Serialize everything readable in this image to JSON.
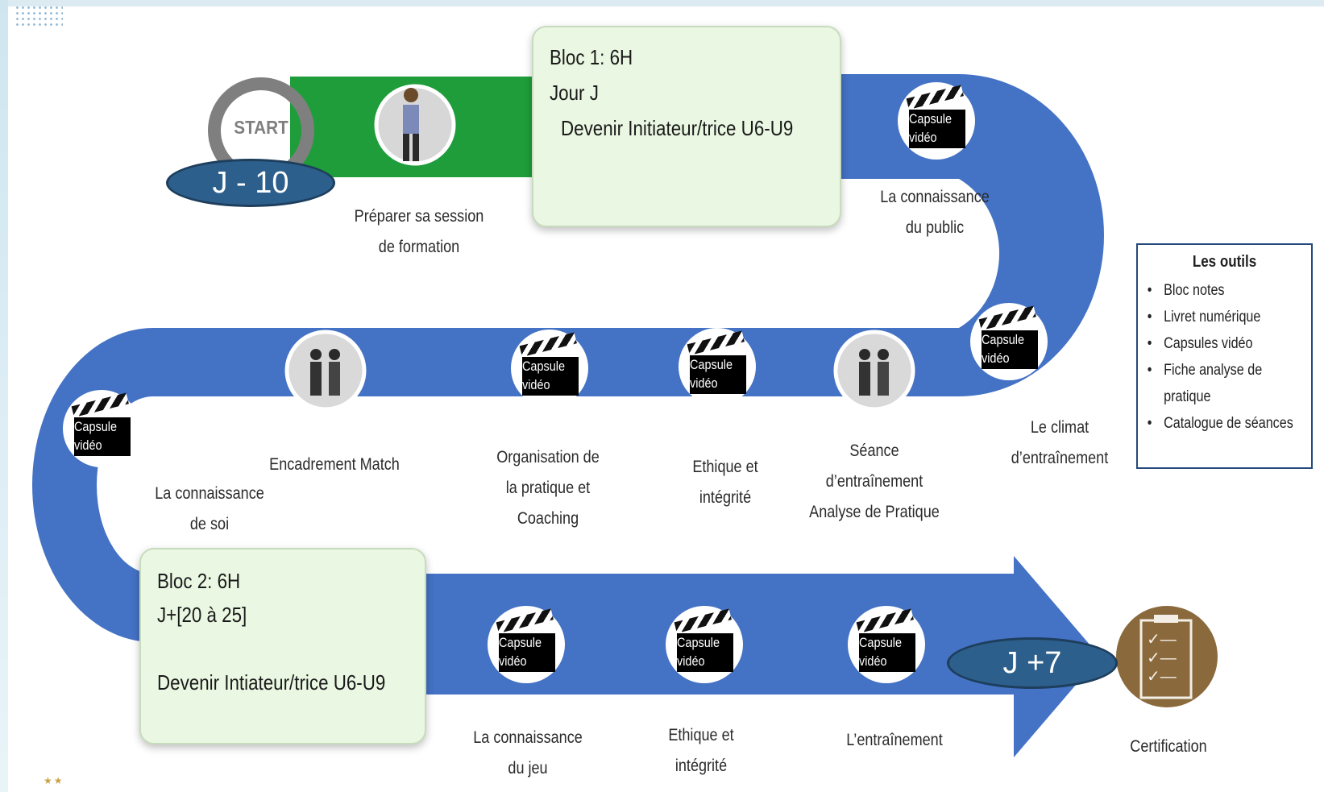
{
  "start_label": "START",
  "j_minus": "J - 10",
  "j_plus": "J +7",
  "capsule": {
    "line1": "Capsule",
    "line2": "vidéo"
  },
  "bloc1": {
    "line1": "Bloc 1: 6H",
    "line2": "Jour J",
    "line3": "Devenir Initiateur/trice U6-U9"
  },
  "bloc2": {
    "line1": "Bloc 2: 6H",
    "line2": "J+[20 à 25]",
    "line3": "Devenir Intiateur/trice U6-U9"
  },
  "labels": {
    "prep_1": "Préparer sa session",
    "prep_2": "de formation",
    "public_1": "La connaissance",
    "public_2": "du public",
    "climat_1": "Le climat",
    "climat_2": "d’entraînement",
    "seance_1": "Séance",
    "seance_2": "d’entraînement",
    "seance_3": "Analyse de Pratique",
    "ethique_1": "Ethique et",
    "ethique_2": "intégrité",
    "orga_1": "Organisation de",
    "orga_2": "la pratique et",
    "orga_3": "Coaching",
    "match": "Encadrement Match",
    "soi_1": "La connaissance",
    "soi_2": "de soi",
    "jeu_1": "La connaissance",
    "jeu_2": "du jeu",
    "ethique2_1": "Ethique et",
    "ethique2_2": "intégrité",
    "entrainement": "L’entraînement",
    "certification": "Certification"
  },
  "tools": {
    "title": "Les outils",
    "items": [
      "Bloc notes",
      "Livret numérique",
      "Capsules vidéo",
      "Fiche analyse de",
      "Catalogue de séances"
    ],
    "item4_cont": "pratique"
  },
  "colors": {
    "path": "#4472c4",
    "green": "#1f9d3a",
    "badge": "#2d5f8c",
    "bloc_bg": "#eaf7e2",
    "cert": "#8a6a3c"
  }
}
